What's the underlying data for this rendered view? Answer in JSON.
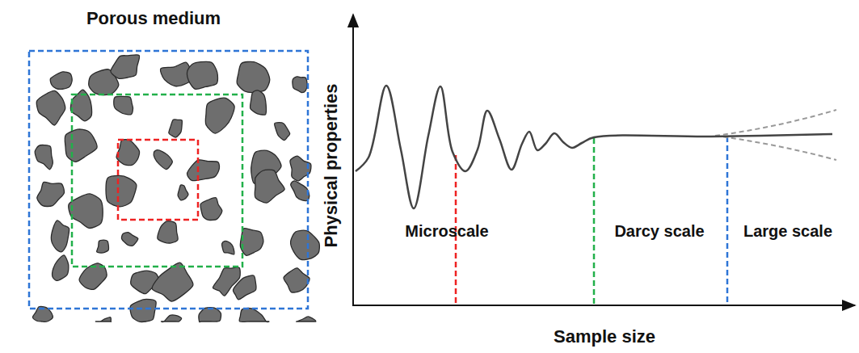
{
  "diagram": {
    "labels": [
      "Porous medium",
      "Physical properties",
      "Sample size",
      "Microscale",
      "Darcy scale",
      "Large scale"
    ]
  }
}
